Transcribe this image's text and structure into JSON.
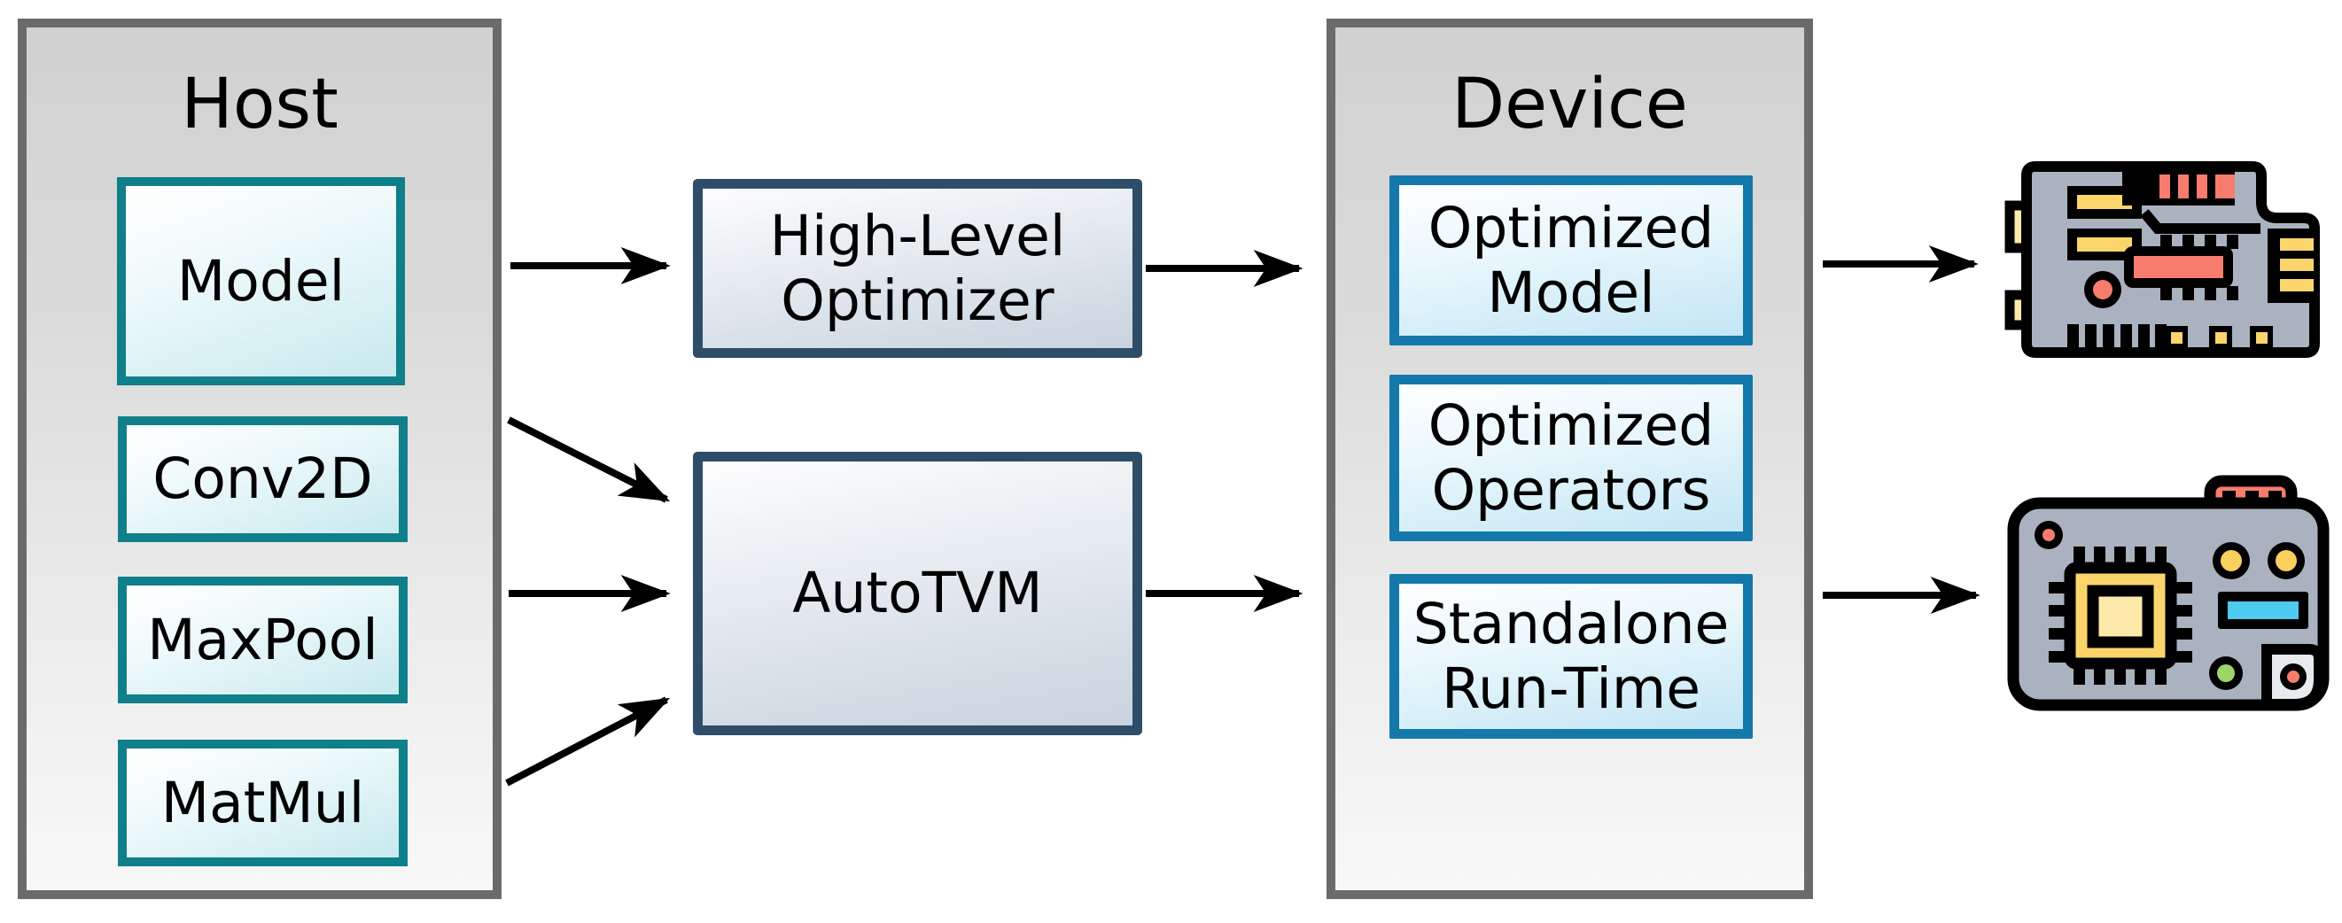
{
  "host": {
    "title": "Host",
    "items": [
      "Model",
      "Conv2D",
      "MaxPool",
      "MatMul"
    ]
  },
  "pipeline": {
    "optimizer": "High-Level Optimizer",
    "autotvm": "AutoTVM"
  },
  "device": {
    "title": "Device",
    "items": [
      "Optimized Model",
      "Optimized Operators",
      "Standalone Run-Time"
    ]
  },
  "icons": {
    "top": "circuit-board",
    "bottom": "microcontroller-board"
  },
  "edges": [
    {
      "from": "Model",
      "to": "High-Level Optimizer"
    },
    {
      "from": "Conv2D",
      "to": "AutoTVM"
    },
    {
      "from": "MaxPool",
      "to": "AutoTVM"
    },
    {
      "from": "MatMul",
      "to": "AutoTVM"
    },
    {
      "from": "High-Level Optimizer",
      "to": "Optimized Model"
    },
    {
      "from": "AutoTVM",
      "to": "Standalone Run-Time"
    },
    {
      "from": "Optimized Model",
      "to": "circuit-board"
    },
    {
      "from": "Standalone Run-Time",
      "to": "microcontroller-board"
    }
  ],
  "colors": {
    "container_border": "#6b6b6b",
    "container_fill_top": "#d1d1d1",
    "container_fill_bottom": "#f8f8f8",
    "host_box_border": "#0f7f8a",
    "host_box_fill": "#c7e9ee",
    "pipeline_box_border": "#2e4d68",
    "pipeline_box_fill": "#c8d3de",
    "device_box_border": "#1478aa",
    "device_box_fill": "#c3e6f5",
    "arrow": "#000000",
    "icon_board_gray": "#aab2bf",
    "icon_yellow": "#fbd56b",
    "icon_pale_yellow": "#fde9a9",
    "icon_salmon": "#f87c6e",
    "icon_blue": "#4ec9f0",
    "icon_green": "#9fd467",
    "icon_panel": "#e7eaee"
  }
}
